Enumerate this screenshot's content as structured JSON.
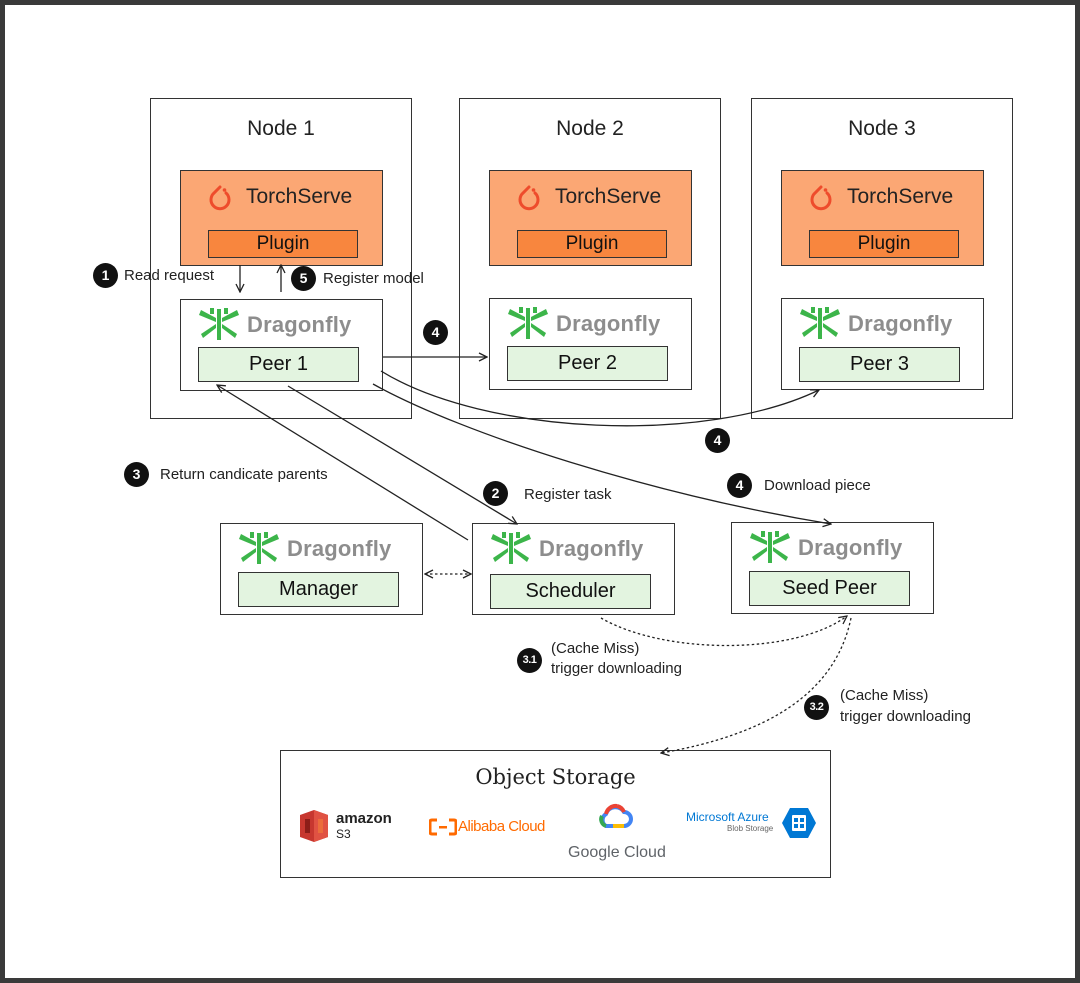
{
  "nodes": [
    {
      "title": "Node 1",
      "torchserve": "TorchServe",
      "plugin": "Plugin",
      "brand": "Dragonfly",
      "peer": "Peer 1"
    },
    {
      "title": "Node 2",
      "torchserve": "TorchServe",
      "plugin": "Plugin",
      "brand": "Dragonfly",
      "peer": "Peer 2"
    },
    {
      "title": "Node 3",
      "torchserve": "TorchServe",
      "plugin": "Plugin",
      "brand": "Dragonfly",
      "peer": "Peer 3"
    }
  ],
  "services": {
    "manager": {
      "brand": "Dragonfly",
      "label": "Manager"
    },
    "scheduler": {
      "brand": "Dragonfly",
      "label": "Scheduler"
    },
    "seed_peer": {
      "brand": "Dragonfly",
      "label": "Seed Peer"
    }
  },
  "steps": {
    "s1": {
      "num": "1",
      "text": "Read request"
    },
    "s5": {
      "num": "5",
      "text": "Register model"
    },
    "s4a": {
      "num": "4"
    },
    "s4b": {
      "num": "4"
    },
    "s3": {
      "num": "3",
      "text": "Return candicate parents"
    },
    "s2": {
      "num": "2",
      "text": "Register task"
    },
    "s4c": {
      "num": "4",
      "text": "Download piece"
    },
    "s31": {
      "num": "3.1",
      "line1": "(Cache Miss)",
      "line2": "trigger downloading"
    },
    "s32": {
      "num": "3.2",
      "line1": "(Cache Miss)",
      "line2": "trigger downloading"
    }
  },
  "storage": {
    "title": "Object Storage",
    "amazon": {
      "name": "amazon",
      "sub": "S3"
    },
    "alibaba": "Alibaba Cloud",
    "google": "Google Cloud",
    "azure": {
      "name": "Microsoft Azure",
      "sub": "Blob Storage"
    }
  },
  "colors": {
    "torchserve_bg": "#fba774",
    "plugin_bg": "#f8863e",
    "peer_bg": "#e3f4e0",
    "dragonfly_green": "#3cb54a",
    "pytorch_orange": "#ee4c2c"
  }
}
